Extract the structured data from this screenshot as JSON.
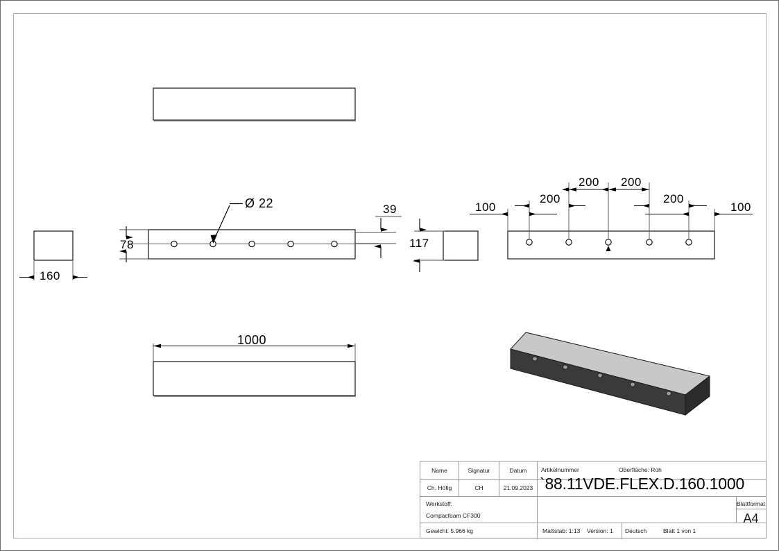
{
  "sheet": {
    "format": "A4",
    "background": "#ffffff",
    "line_color": "#000000",
    "frame_color": "#b0b0b0"
  },
  "drawing": {
    "type": "mechanical-2d-drawing",
    "part_description": "Rectangular beam 1000 x 160 x 117 with 5 through holes",
    "views": [
      {
        "name": "top-view",
        "label": ""
      },
      {
        "name": "front-view",
        "label": ""
      },
      {
        "name": "left-side-view",
        "label": ""
      },
      {
        "name": "right-side-view",
        "label": ""
      },
      {
        "name": "bottom-view",
        "label": ""
      },
      {
        "name": "isometric-view",
        "label": ""
      }
    ],
    "dimensions": {
      "width_160": "160",
      "height_78": "78",
      "thickness_39": "39",
      "height_117": "117",
      "length_1000": "1000",
      "hole_diameter": "Ø 22",
      "hole_spacing_edge_left": "100",
      "hole_spacing_1": "200",
      "hole_spacing_2": "200",
      "hole_spacing_3": "200",
      "hole_spacing_4": "200",
      "hole_spacing_edge_right": "100"
    },
    "hole_count": 5
  },
  "titleblock": {
    "headers": {
      "name": "Name",
      "signatur": "Signatur",
      "datum": "Datum",
      "artikelnummer": "Artikelnummer",
      "oberflaeche": "Oberfläche:  Roh",
      "werkstoff": "Werkstoff:",
      "blattformat": "Blattformat"
    },
    "values": {
      "name": "Ch. Höfig",
      "signatur": "CH",
      "datum": "21.09.2023",
      "artikelnummer": "`88.11VDE.FLEX.D.160.1000",
      "werkstoff": "Compacfoam CF300",
      "blattformat": "A4",
      "gewicht": "Gewicht: 5.966 kg",
      "massstab": "Maßstab: 1:13",
      "version": "Version: 1",
      "sprache": "Deutsch",
      "blatt": "Blatt 1 von 1"
    }
  },
  "colors": {
    "iso_top_face": "#c8c8c8",
    "iso_front_face": "#3a3a3a",
    "iso_end_face": "#2e2e2e",
    "outline": "#000000",
    "dim_line": "#4d4d4d"
  }
}
